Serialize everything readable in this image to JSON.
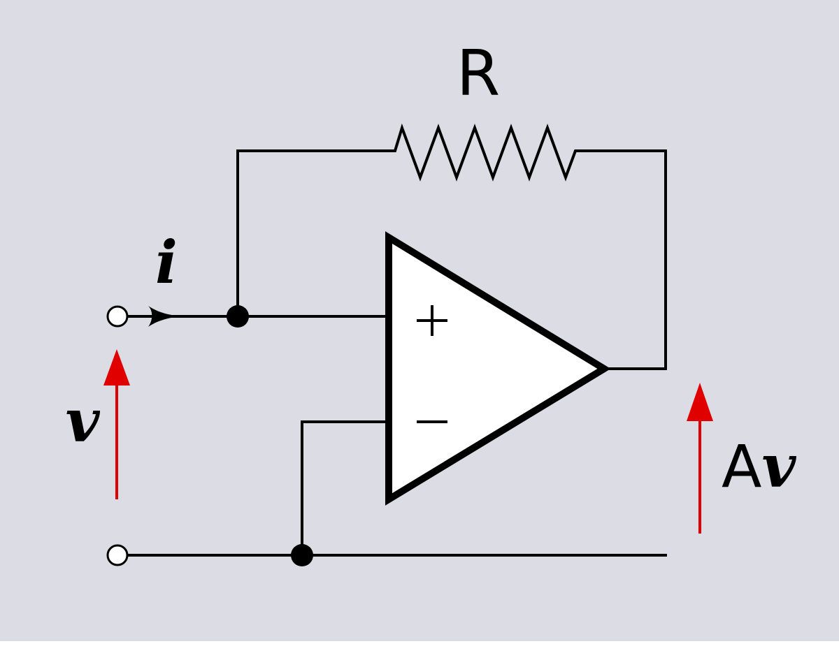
{
  "diagram": {
    "background": "#dcdce4",
    "resistor_label": "R",
    "current_label": "i",
    "input_voltage_label": "v",
    "output_voltage_prefix": "A",
    "output_voltage_var": "v",
    "plus_sign": "+",
    "minus_sign": "−",
    "arrow_color": "#e00000"
  }
}
